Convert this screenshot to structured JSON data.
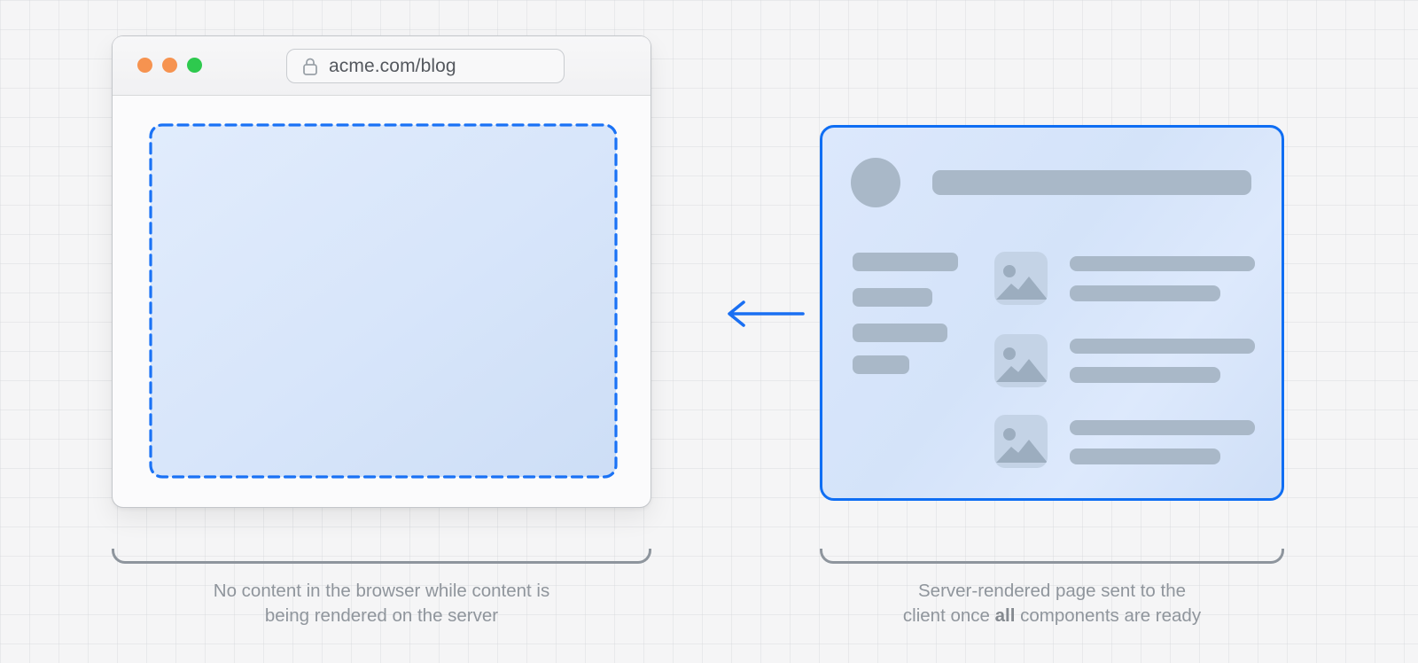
{
  "figure": {
    "type": "diagram",
    "topic": "server-side rendering: blank browser while server renders, full page sent when ready"
  },
  "colors": {
    "accent_blue": "#0f6ef3",
    "dashed_border_blue": "#1a72f5",
    "skeleton_gray": "#a9b8c8",
    "image_placeholder_bg": "#c4d3e6",
    "image_placeholder_icon": "#9cadbf",
    "bracket_gray": "#8e959d",
    "caption_gray": "#8f959c",
    "traffic_light_1": "#f69350",
    "traffic_light_2": "#f69350",
    "traffic_light_3": "#2ec94e"
  },
  "browser_window": {
    "url": "acme.com/blog"
  },
  "server_panel": {
    "header": "avatar + title bar skeleton",
    "sidebar_bar_count": 4,
    "article_count": 3
  },
  "captions": {
    "left": {
      "line1": "No content in the browser while content is",
      "line2": "being rendered on the server"
    },
    "right": {
      "line1": "Server-rendered page sent to the",
      "line2_prefix": "client once ",
      "line2_bold": "all",
      "line2_suffix": " components are ready"
    }
  }
}
